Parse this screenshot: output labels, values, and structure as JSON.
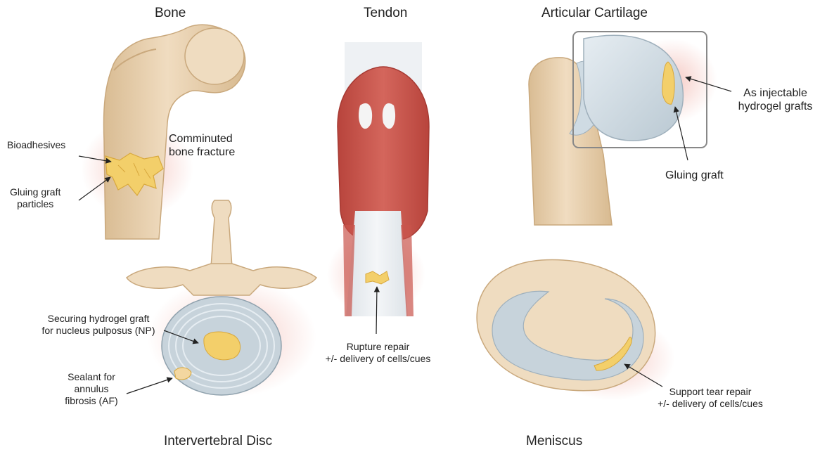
{
  "panels": {
    "bone": {
      "title": "Bone",
      "fracture_label": "Comminuted\nbone fracture",
      "bioadhesives_label": "Bioadhesives",
      "particles_label": "Gluing graft\nparticles"
    },
    "tendon": {
      "title": "Tendon",
      "repair_label": "Rupture repair\n+/- delivery of cells/cues"
    },
    "cartilage": {
      "title": "Articular Cartilage",
      "injectable_label": "As injectable\nhydrogel grafts",
      "gluing_label": "Gluing graft"
    },
    "disc": {
      "title": "Intervertebral Disc",
      "np_label": "Securing hydrogel graft\nfor nucleus pulposus (NP)",
      "af_label": "Sealant for\nannulus\nfibrosis (AF)"
    },
    "meniscus": {
      "title": "Meniscus",
      "tear_label": "Support tear repair\n+/- delivery of cells/cues"
    }
  },
  "colors": {
    "bone": "#e9d4b4",
    "bone_shadow": "#d2b48c",
    "muscle": "#c9544c",
    "tendon": "#e8ecef",
    "cartilage": "#c7d3db",
    "graft": "#f3cf6a",
    "glow": "#f2b8b0"
  }
}
